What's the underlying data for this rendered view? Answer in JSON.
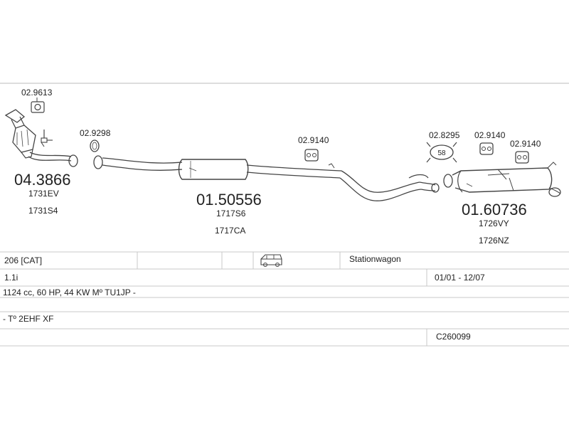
{
  "parts": [
    {
      "code": "02.9613"
    },
    {
      "code": "02.9298"
    },
    {
      "code": "02.9140"
    },
    {
      "code": "02.8295"
    },
    {
      "code": "02.9140"
    },
    {
      "code": "02.9140"
    }
  ],
  "sections": [
    {
      "number": "04.3866",
      "refs": [
        "1731EV",
        "1731S4"
      ]
    },
    {
      "number": "01.50556",
      "refs": [
        "1717S6",
        "1717CA"
      ]
    },
    {
      "number": "01.60736",
      "refs": [
        "1726VY",
        "1726NZ"
      ]
    }
  ],
  "hanger_number": "58",
  "info": {
    "model": "206  [CAT]",
    "body_type": "Stationwagon",
    "engine": "1.1i",
    "period": "01/01 - 12/07",
    "specs": "1124 cc, 60 HP, 44 KW Mº TU1JP -",
    "engine_code": "- Tº 2EHF XF",
    "catalog": "C260099"
  },
  "icons": {
    "vehicle": "station-wagon-icon"
  }
}
